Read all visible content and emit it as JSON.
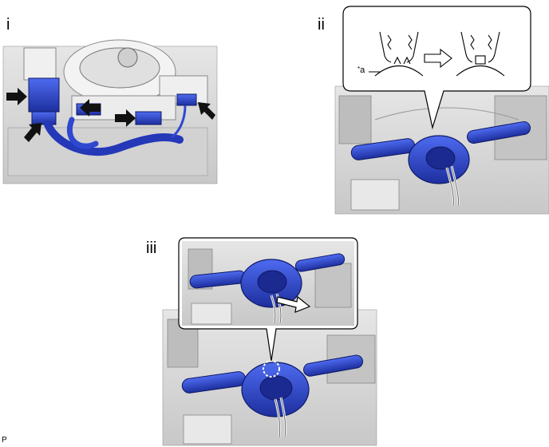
{
  "panels": {
    "i": {
      "label": "i"
    },
    "ii": {
      "label": "ii",
      "callout": {
        "label_prefix": "*",
        "label_letter": "a"
      }
    },
    "iii": {
      "label": "iii"
    }
  },
  "corner_code": "P",
  "colors": {
    "part_blue": "#2b47c9",
    "part_blue_dark": "#16268a",
    "arrow_black": "#111111",
    "photo_gray": "#d8d8d8"
  },
  "icons": [
    "arrow-icon",
    "right-arrow-icon",
    "dashed-circle-icon"
  ]
}
